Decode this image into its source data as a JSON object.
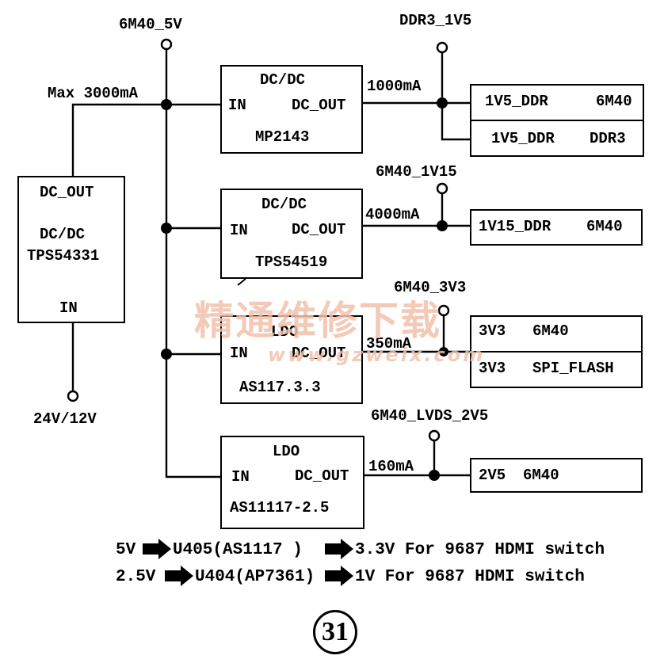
{
  "nets": {
    "bus_5v": "6M40_5V",
    "ddr3_1v5": "DDR3_1V5",
    "v1v15": "6M40_1V15",
    "v3v3": "6M40_3V3",
    "lvds_2v5": "6M40_LVDS_2V5",
    "input": "24V/12V"
  },
  "currents": {
    "max": "Max 3000mA",
    "mp2143": "1000mA",
    "tps54519": "4000mA",
    "as117": "350mA",
    "as11117": "160mA"
  },
  "main_reg": {
    "out": "DC_OUT",
    "type": "DC/DC",
    "part": "TPS54331",
    "in": "IN"
  },
  "regs": [
    {
      "type": "DC/DC",
      "in": "IN",
      "out": "DC_OUT",
      "part": "MP2143"
    },
    {
      "type": "DC/DC",
      "in": "IN",
      "out": "DC_OUT",
      "part": "TPS54519"
    },
    {
      "type": "LDO",
      "in": "IN",
      "out": "DC_OUT",
      "part": "AS117.3.3"
    },
    {
      "type": "LDO",
      "in": "IN",
      "out": "DC_OUT",
      "part": "AS11117-2.5"
    }
  ],
  "loads": [
    {
      "a": "1V5_DDR",
      "b": "6M40"
    },
    {
      "a": "1V5_DDR",
      "b": "DDR3"
    },
    {
      "a": "1V15_DDR",
      "b": "6M40"
    },
    {
      "a": "3V3",
      "b": "6M40"
    },
    {
      "a": "3V3",
      "b": "SPI_FLASH"
    },
    {
      "a": "2V5",
      "b": "6M40"
    }
  ],
  "notes": [
    {
      "from": "5V",
      "mid": "U405(AS1117 )",
      "to": "3.3V For 9687 HDMI switch"
    },
    {
      "from": "2.5V",
      "mid": "U404(AP7361)",
      "to": "1V For 9687 HDMI switch"
    }
  ],
  "page_number": "31",
  "watermark": {
    "cn": "精通维修下载",
    "url": "www.gzweix.com"
  }
}
